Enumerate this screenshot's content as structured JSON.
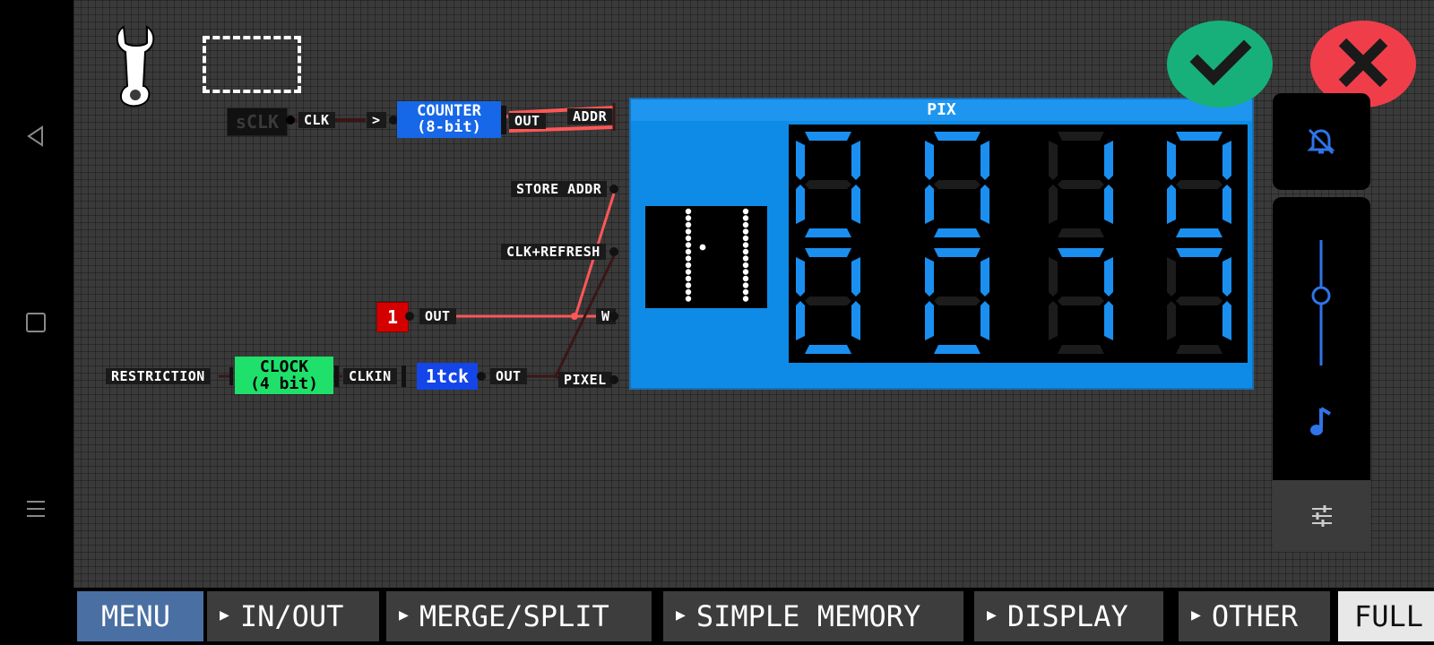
{
  "toolbar": {
    "wrench_icon": "wrench-icon",
    "select_icon": "selection-rect-icon"
  },
  "buttons": {
    "confirm_icon": "check-icon",
    "confirm_color": "#17b07a",
    "cancel_icon": "close-icon",
    "cancel_color": "#ef3e4a"
  },
  "circuit": {
    "sclk": "sCLK",
    "clk_pin": "CLK",
    "clk_arrow": ">",
    "counter_l1": "COUNTER",
    "counter_l2": "(8-bit)",
    "counter_out": "OUT",
    "addr": "ADDR",
    "store_addr": "STORE ADDR",
    "clk_refresh": "CLK+REFRESH",
    "const_value": "1",
    "const_out": "OUT",
    "w": "W",
    "restriction": "RESTRICTION",
    "clock_l1": "CLOCK",
    "clock_l2": "(4 bit)",
    "clkin": "CLKIN",
    "tick": "1tck",
    "tick_out": "OUT",
    "pixel": "PIXEL",
    "pix_title": "PIX"
  },
  "digits": {
    "top": [
      "0",
      "0",
      "1",
      "0"
    ],
    "bottom": [
      "0",
      "0",
      "7",
      "7"
    ],
    "segment_on_color": "#1a8ff0",
    "segment_off_color": "#1c1c1c"
  },
  "side_panel": {
    "bell_icon": "bell-off-icon",
    "slider_icon": "vertical-slider",
    "slider_value": 0.55,
    "music_icon": "music-note-icon",
    "tune_icon": "tune-icon"
  },
  "menu": {
    "tabs": [
      {
        "label": "MENU",
        "arrow": ""
      },
      {
        "label": "IN/OUT",
        "arrow": "▶"
      },
      {
        "label": "MERGE/SPLIT",
        "arrow": "▶"
      },
      {
        "label": "SIMPLE MEMORY",
        "arrow": "▶"
      },
      {
        "label": "DISPLAY",
        "arrow": "▶"
      },
      {
        "label": "OTHER",
        "arrow": "▶"
      },
      {
        "label": "FULL",
        "arrow": ""
      }
    ]
  }
}
